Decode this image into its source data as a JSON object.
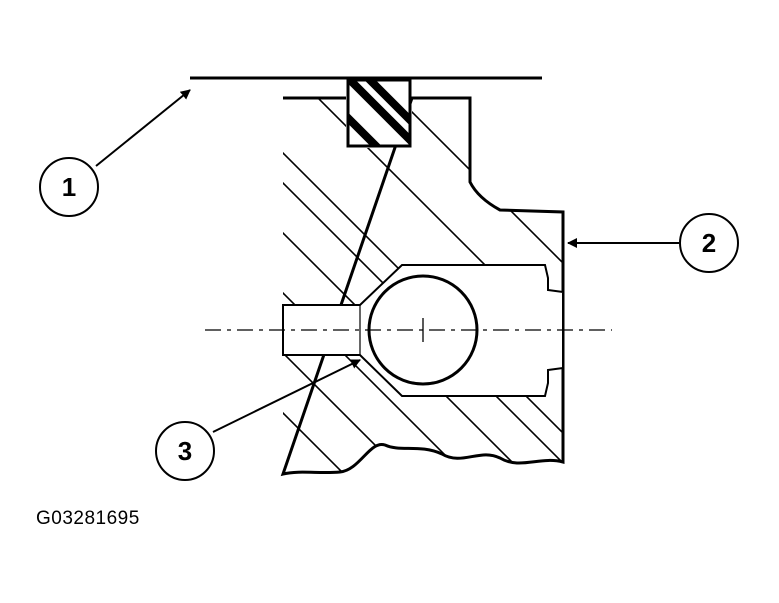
{
  "callouts": [
    {
      "id": "callout-1",
      "label": "1"
    },
    {
      "id": "callout-2",
      "label": "2"
    },
    {
      "id": "callout-3",
      "label": "3"
    }
  ],
  "figure_id": "G03281695",
  "colors": {
    "line": "#000000",
    "background": "#ffffff"
  }
}
